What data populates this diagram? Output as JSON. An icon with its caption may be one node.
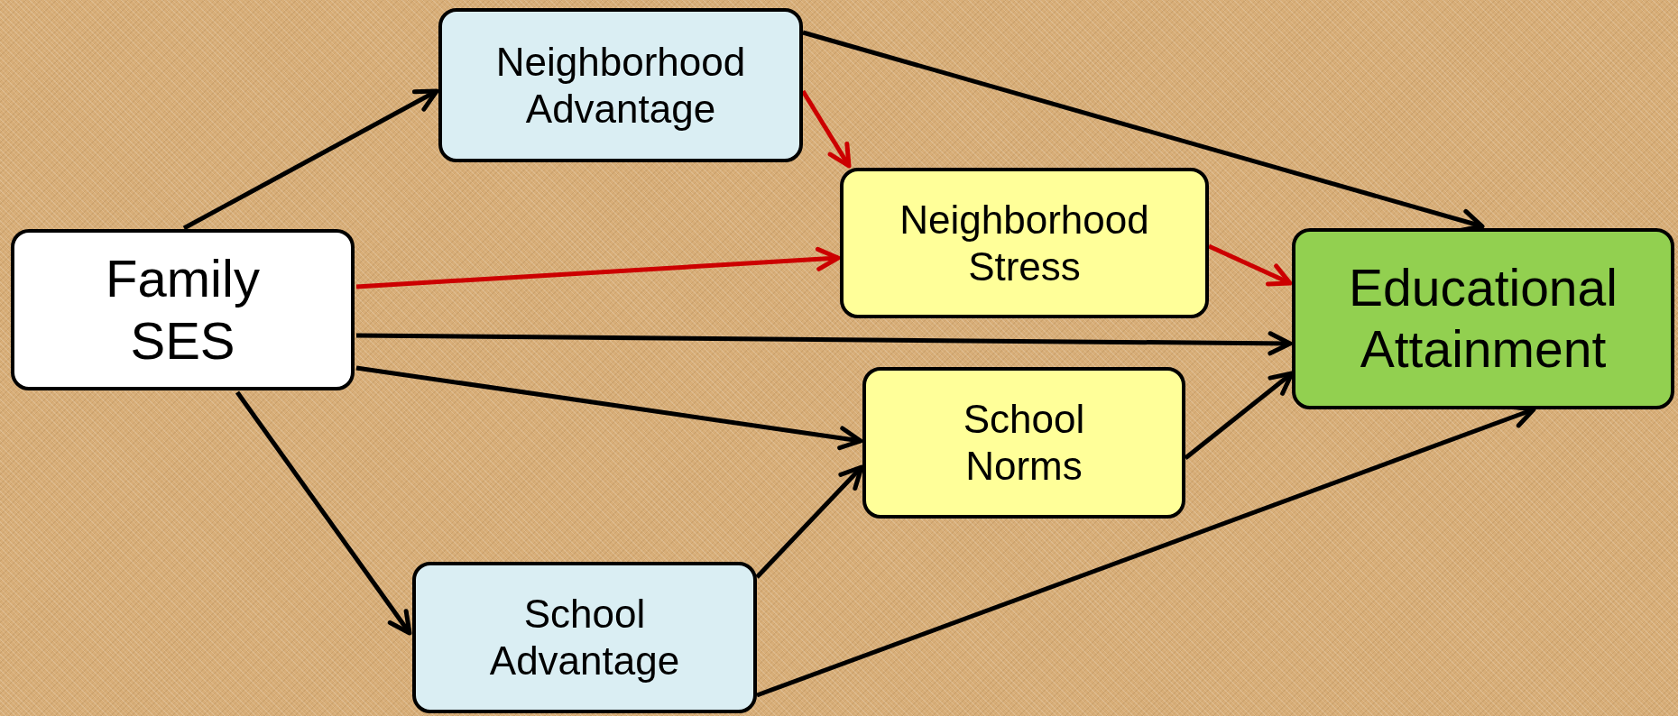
{
  "diagram": {
    "nodes": [
      {
        "text": [
          "Family SES"
        ]
      },
      {
        "text": [
          "Neighborhood Advantage"
        ]
      },
      {
        "text": [
          "Neighborhood Stress"
        ]
      },
      {
        "text": [
          "Educational Attainment"
        ]
      },
      {
        "text": [
          "School Norms"
        ]
      },
      {
        "text": [
          "School Advantage"
        ]
      }
    ],
    "edges": [
      {
        "from": 0,
        "to": 1,
        "arrow": "to"
      },
      {
        "from": 1,
        "to": 3,
        "arrow": "to"
      },
      {
        "from": 1,
        "to": 2,
        "arrow": "to",
        "color": "#cc0000"
      },
      {
        "from": 0,
        "to": 2,
        "arrow": "to",
        "color": "#cc0000"
      },
      {
        "from": 2,
        "to": 3,
        "arrow": "to",
        "color": "#cc0000"
      },
      {
        "from": 0,
        "to": 3,
        "arrow": "to"
      },
      {
        "from": 0,
        "to": 4,
        "arrow": "to"
      },
      {
        "from": 0,
        "to": 5,
        "arrow": "to"
      },
      {
        "from": 5,
        "to": 4,
        "arrow": "to"
      },
      {
        "from": 4,
        "to": 3,
        "arrow": "to"
      },
      {
        "from": 5,
        "to": 3,
        "arrow": "to"
      }
    ]
  }
}
